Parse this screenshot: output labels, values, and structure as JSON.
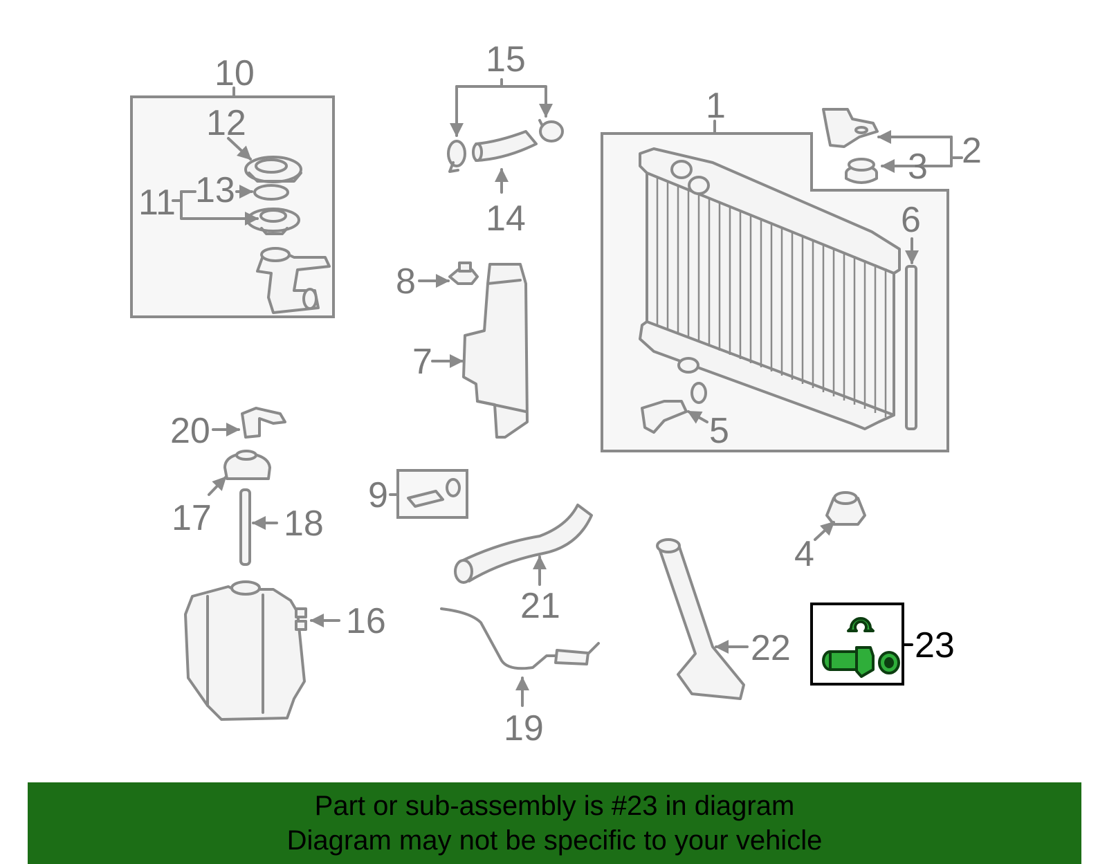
{
  "diagram": {
    "callouts": [
      {
        "id": "1",
        "text": "1"
      },
      {
        "id": "2",
        "text": "2"
      },
      {
        "id": "3",
        "text": "3"
      },
      {
        "id": "4",
        "text": "4"
      },
      {
        "id": "5",
        "text": "5"
      },
      {
        "id": "6",
        "text": "6"
      },
      {
        "id": "7",
        "text": "7"
      },
      {
        "id": "8",
        "text": "8"
      },
      {
        "id": "9",
        "text": "9"
      },
      {
        "id": "10",
        "text": "10"
      },
      {
        "id": "11",
        "text": "11"
      },
      {
        "id": "12",
        "text": "12"
      },
      {
        "id": "13",
        "text": "13"
      },
      {
        "id": "14",
        "text": "14"
      },
      {
        "id": "15",
        "text": "15"
      },
      {
        "id": "16",
        "text": "16"
      },
      {
        "id": "17",
        "text": "17"
      },
      {
        "id": "18",
        "text": "18"
      },
      {
        "id": "19",
        "text": "19"
      },
      {
        "id": "20",
        "text": "20"
      },
      {
        "id": "21",
        "text": "21"
      },
      {
        "id": "22",
        "text": "22"
      },
      {
        "id": "23",
        "text": "23"
      }
    ],
    "highlighted_part": "23",
    "colors": {
      "highlight_part": "#2fae3a",
      "line_gray": "#8a8a8a",
      "banner_bg": "#1c6e16",
      "banner_text": "#000000"
    }
  },
  "banner": {
    "line1": "Part or sub-assembly is #23 in diagram",
    "line2": "Diagram may not be specific to your vehicle"
  }
}
